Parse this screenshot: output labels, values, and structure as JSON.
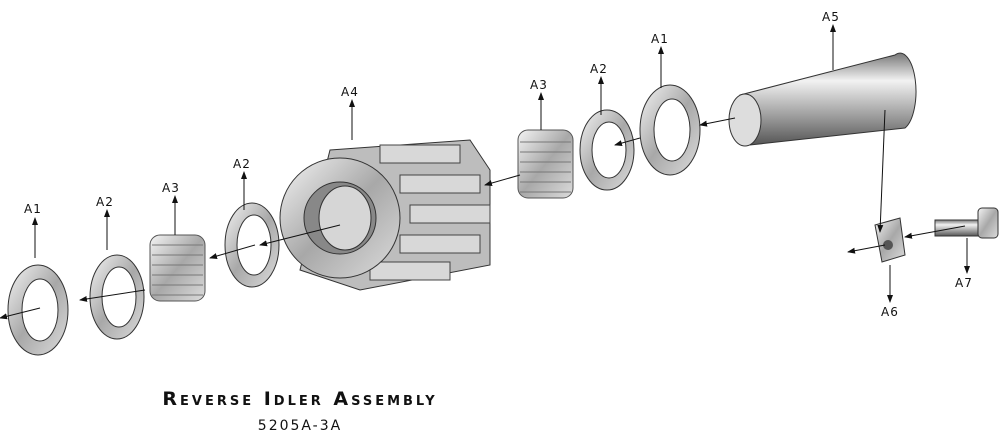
{
  "title": "Reverse Idler Assembly",
  "part_number": "5205A-3A",
  "labels": {
    "a1_left": "A1",
    "a2_left": "A2",
    "a3_left": "A3",
    "a2_mid": "A2",
    "a4": "A4",
    "a3_right": "A3",
    "a2_right": "A2",
    "a1_right": "A1",
    "a5": "A5",
    "a6": "A6",
    "a7": "A7"
  }
}
